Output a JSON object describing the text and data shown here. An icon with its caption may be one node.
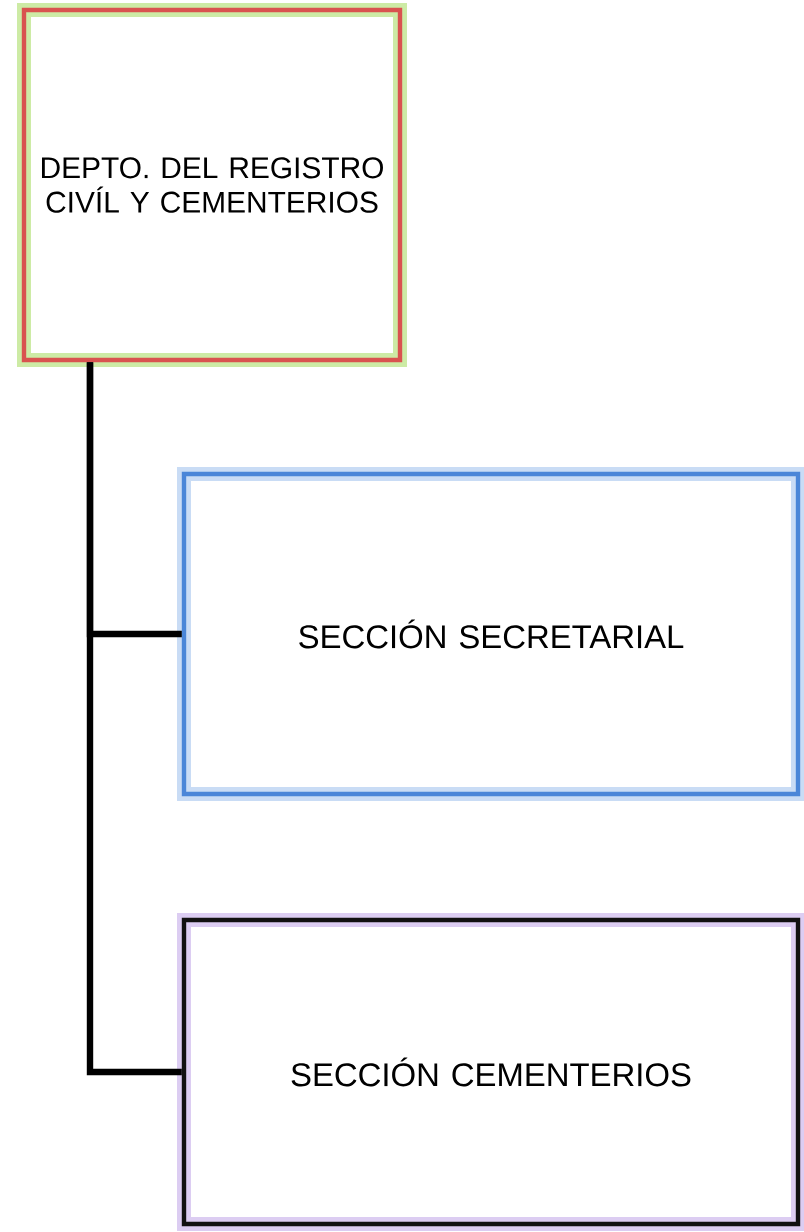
{
  "diagram": {
    "nodes": [
      {
        "text": [
          "DEPTO. DEL REGISTRO CIVÍL Y CEMENTERIOS"
        ]
      },
      {
        "text": [
          "SECCIÓN SECRETARIAL"
        ]
      },
      {
        "text": [
          "SECCIÓN CEMENTERIOS"
        ]
      }
    ],
    "edges": [
      {
        "from": 0,
        "to": 1,
        "arrow": "none"
      },
      {
        "from": 0,
        "to": 2,
        "arrow": "none"
      }
    ]
  }
}
